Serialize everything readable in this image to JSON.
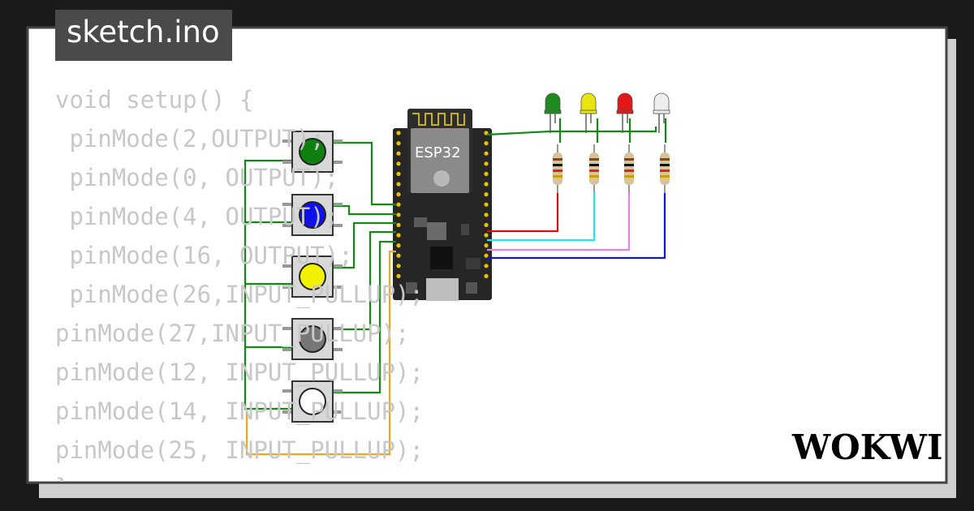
{
  "title": "sketch.ino",
  "brand": "WOKWI",
  "board_label": "ESP32",
  "code_lines": [
    "void setup() {",
    " pinMode(2,OUTPUT);",
    " pinMode(0, OUTPUT);",
    " pinMode(4, OUTPUT);",
    " pinMode(16, OUTPUT);",
    " pinMode(26,INPUT_PULLUP);",
    "pinMode(27,INPUT_PULLUP);",
    "pinMode(12, INPUT_PULLUP);",
    "pinMode(14, INPUT_PULLUP);",
    "pinMode(25, INPUT_PULLUP);",
    "}"
  ],
  "leds": [
    {
      "color": "green",
      "hex": "#1f8a1f"
    },
    {
      "color": "yellow",
      "hex": "#e8e410"
    },
    {
      "color": "red",
      "hex": "#e01818"
    },
    {
      "color": "white",
      "hex": "#eeeeee"
    }
  ],
  "buttons": [
    {
      "color": "green",
      "hex": "#0f7f0f"
    },
    {
      "color": "blue",
      "hex": "#1010e8"
    },
    {
      "color": "yellow",
      "hex": "#f2f200"
    },
    {
      "color": "gray",
      "hex": "#777777"
    },
    {
      "color": "white",
      "hex": "#ffffff"
    }
  ],
  "wire_colors": {
    "green": "#138a13",
    "red": "#d81010",
    "cyan": "#22e6f0",
    "violet": "#e283e8",
    "blue": "#1515c8",
    "orange": "#f5a31a"
  }
}
